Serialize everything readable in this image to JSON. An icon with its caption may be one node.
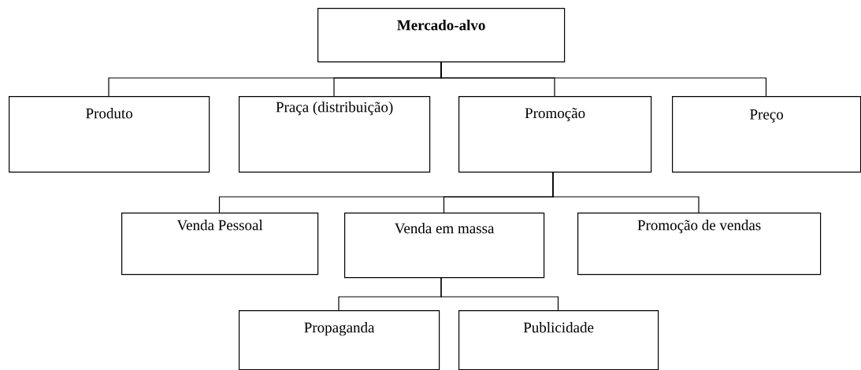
{
  "diagram": {
    "nodes": [
      {
        "text": [
          "Mercado-alvo"
        ]
      },
      {
        "text": [
          "Produto"
        ]
      },
      {
        "text": [
          "Praça (distribuição)"
        ]
      },
      {
        "text": [
          "Promoção"
        ]
      },
      {
        "text": [
          "Preço"
        ]
      },
      {
        "text": [
          "Venda Pessoal"
        ]
      },
      {
        "text": [
          "Venda em massa"
        ]
      },
      {
        "text": [
          "Promoção de vendas"
        ]
      },
      {
        "text": [
          "Propaganda"
        ]
      },
      {
        "text": [
          "Publicidade"
        ]
      }
    ],
    "edges": [
      {
        "from": 0,
        "to": 1,
        "arrow": "none"
      },
      {
        "from": 0,
        "to": 2,
        "arrow": "none"
      },
      {
        "from": 0,
        "to": 3,
        "arrow": "none"
      },
      {
        "from": 0,
        "to": 4,
        "arrow": "none"
      },
      {
        "from": 3,
        "to": 5,
        "arrow": "none"
      },
      {
        "from": 3,
        "to": 6,
        "arrow": "none"
      },
      {
        "from": 3,
        "to": 7,
        "arrow": "none"
      },
      {
        "from": 6,
        "to": 8,
        "arrow": "none"
      },
      {
        "from": 6,
        "to": 9,
        "arrow": "none"
      }
    ]
  }
}
